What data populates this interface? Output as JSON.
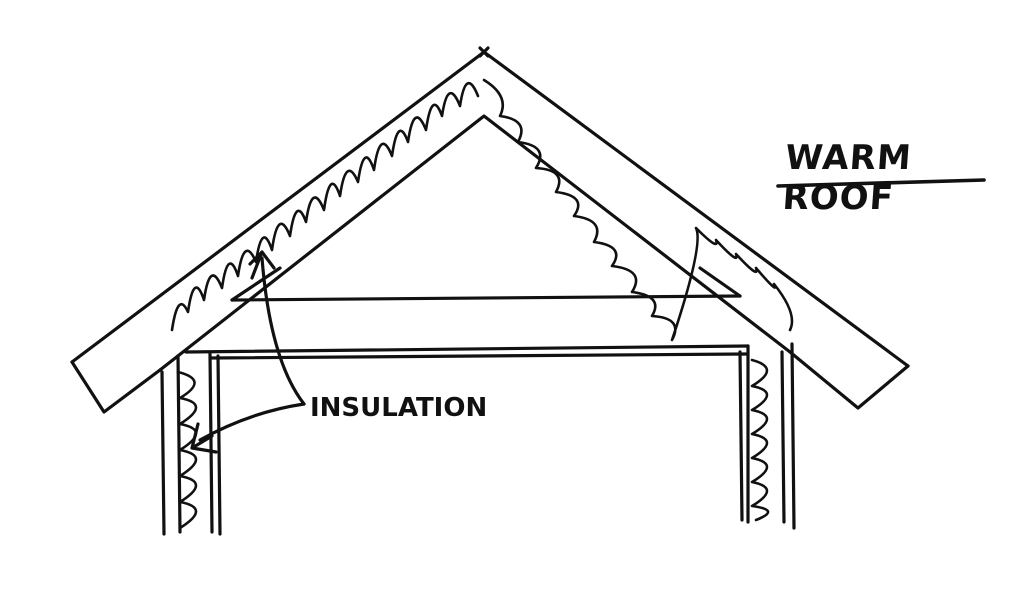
{
  "diagram": {
    "title": "WARM ROOF",
    "callouts": [
      {
        "label": "INSULATION",
        "targets": [
          "rafter-insulation",
          "wall-insulation"
        ]
      }
    ],
    "components": [
      "roof-rafters",
      "rafter-insulation",
      "ceiling-joist",
      "wall-plate",
      "left-wall",
      "right-wall",
      "wall-insulation"
    ],
    "colors": {
      "ink": "#111111",
      "background": "#ffffff"
    }
  }
}
